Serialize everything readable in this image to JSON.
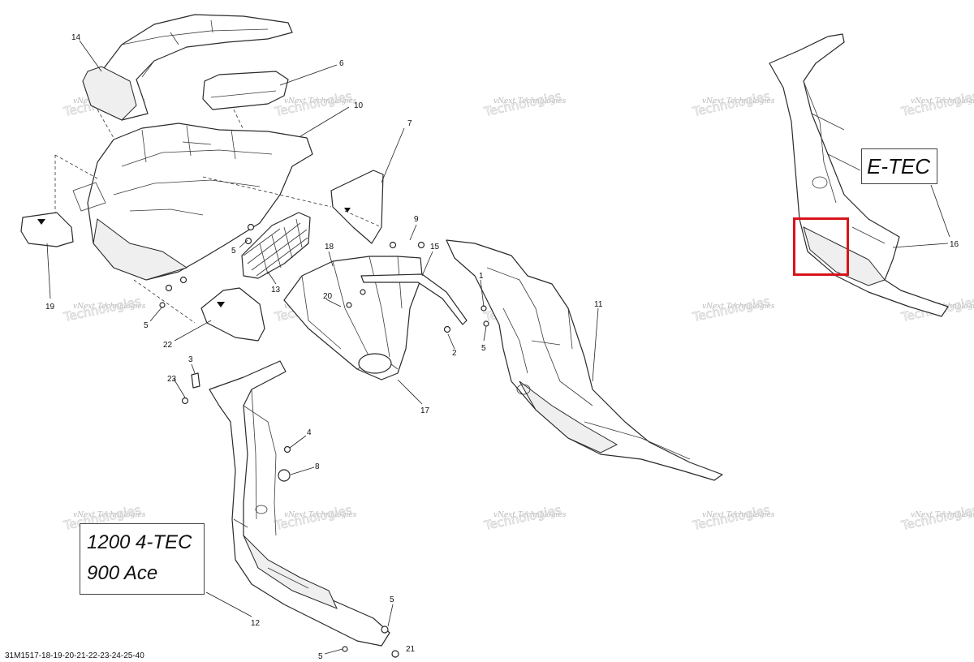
{
  "diagram": {
    "reference_code": "31M1517-18-19-20-21-22-23-24-25-40",
    "watermark": {
      "line1": "vNext Technologies",
      "line2": "Technologies"
    },
    "model_labels": {
      "etec": "E-TEC",
      "four_tec_line1": "1200 4-TEC",
      "four_tec_line2": "900 Ace"
    },
    "callouts": [
      "14",
      "6",
      "10",
      "7",
      "19",
      "9",
      "15",
      "18",
      "5",
      "13",
      "20",
      "1",
      "11",
      "22",
      "2",
      "5",
      "3",
      "23",
      "4",
      "8",
      "17",
      "12",
      "5",
      "5",
      "21",
      "16",
      "5",
      "5"
    ],
    "highlight_color": "#d8141b"
  }
}
